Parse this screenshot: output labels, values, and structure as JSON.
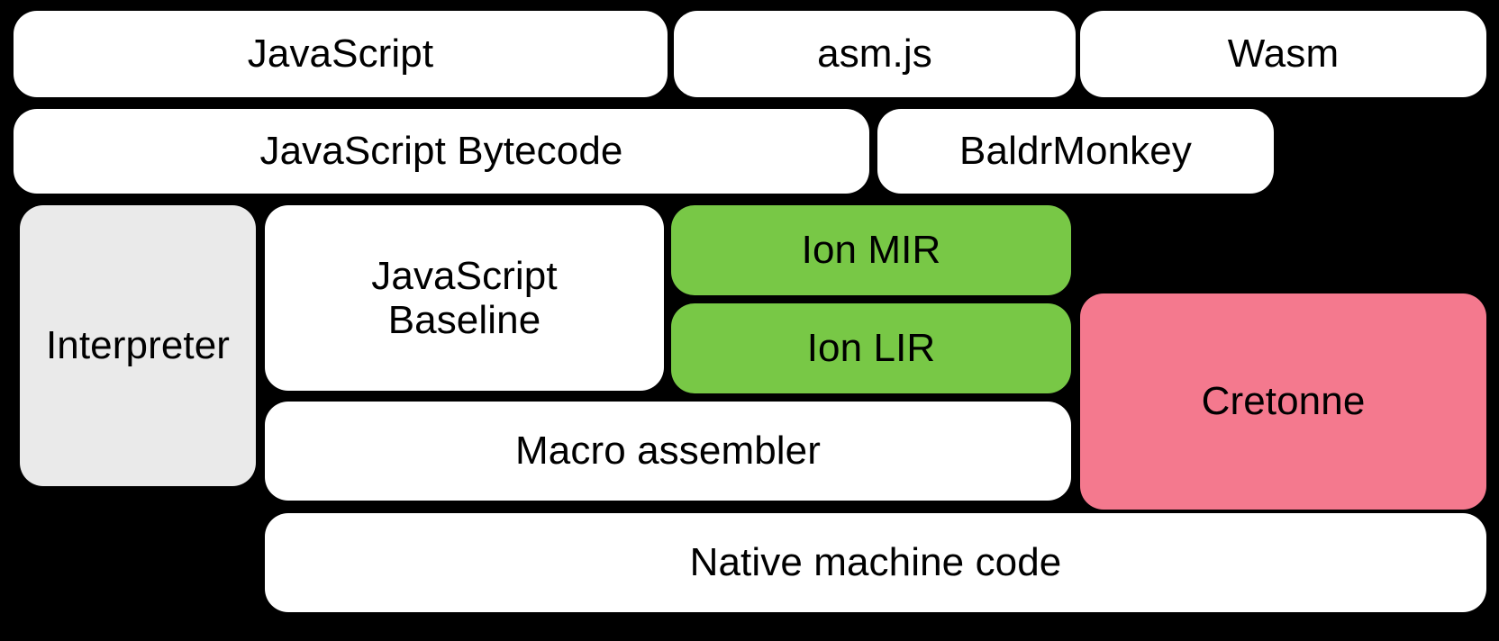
{
  "diagram": {
    "title": "SpiderMonkey compilation pipeline",
    "type": "layered-block-diagram",
    "background_color": "#000000",
    "palette": {
      "white": "#ffffff",
      "gray": "#eaeaea",
      "green": "#78c846",
      "pink": "#f4798e",
      "text": "#000000"
    },
    "rows": [
      {
        "name": "source-languages",
        "blocks": [
          {
            "id": "javascript",
            "label": "JavaScript",
            "color": "white"
          },
          {
            "id": "asm-js",
            "label": "asm.js",
            "color": "white"
          },
          {
            "id": "wasm",
            "label": "Wasm",
            "color": "white"
          }
        ]
      },
      {
        "name": "front-end-representations",
        "blocks": [
          {
            "id": "javascript-bytecode",
            "label": "JavaScript Bytecode",
            "color": "white"
          },
          {
            "id": "baldrmonkey",
            "label": "BaldrMonkey",
            "color": "white"
          }
        ]
      },
      {
        "name": "execution-tiers",
        "blocks": [
          {
            "id": "interpreter",
            "label": "Interpreter",
            "color": "gray"
          },
          {
            "id": "javascript-baseline",
            "label": "JavaScript\nBaseline",
            "color": "white"
          },
          {
            "id": "ion-mir",
            "label": "Ion MIR",
            "color": "green"
          },
          {
            "id": "ion-lir",
            "label": "Ion LIR",
            "color": "green"
          },
          {
            "id": "cretonne",
            "label": "Cretonne",
            "color": "pink"
          }
        ]
      },
      {
        "name": "code-emission",
        "blocks": [
          {
            "id": "macro-assembler",
            "label": "Macro assembler",
            "color": "white"
          }
        ]
      },
      {
        "name": "output",
        "blocks": [
          {
            "id": "native-machine-code",
            "label": "Native machine code",
            "color": "white"
          }
        ]
      }
    ]
  },
  "blocks": {
    "javascript": "JavaScript",
    "asm_js": "asm.js",
    "wasm": "Wasm",
    "javascript_bytecode": "JavaScript Bytecode",
    "baldrmonkey": "BaldrMonkey",
    "interpreter": "Interpreter",
    "javascript_baseline": "JavaScript\nBaseline",
    "ion_mir": "Ion MIR",
    "ion_lir": "Ion LIR",
    "cretonne": "Cretonne",
    "macro_assembler": "Macro assembler",
    "native_machine_code": "Native machine code"
  }
}
